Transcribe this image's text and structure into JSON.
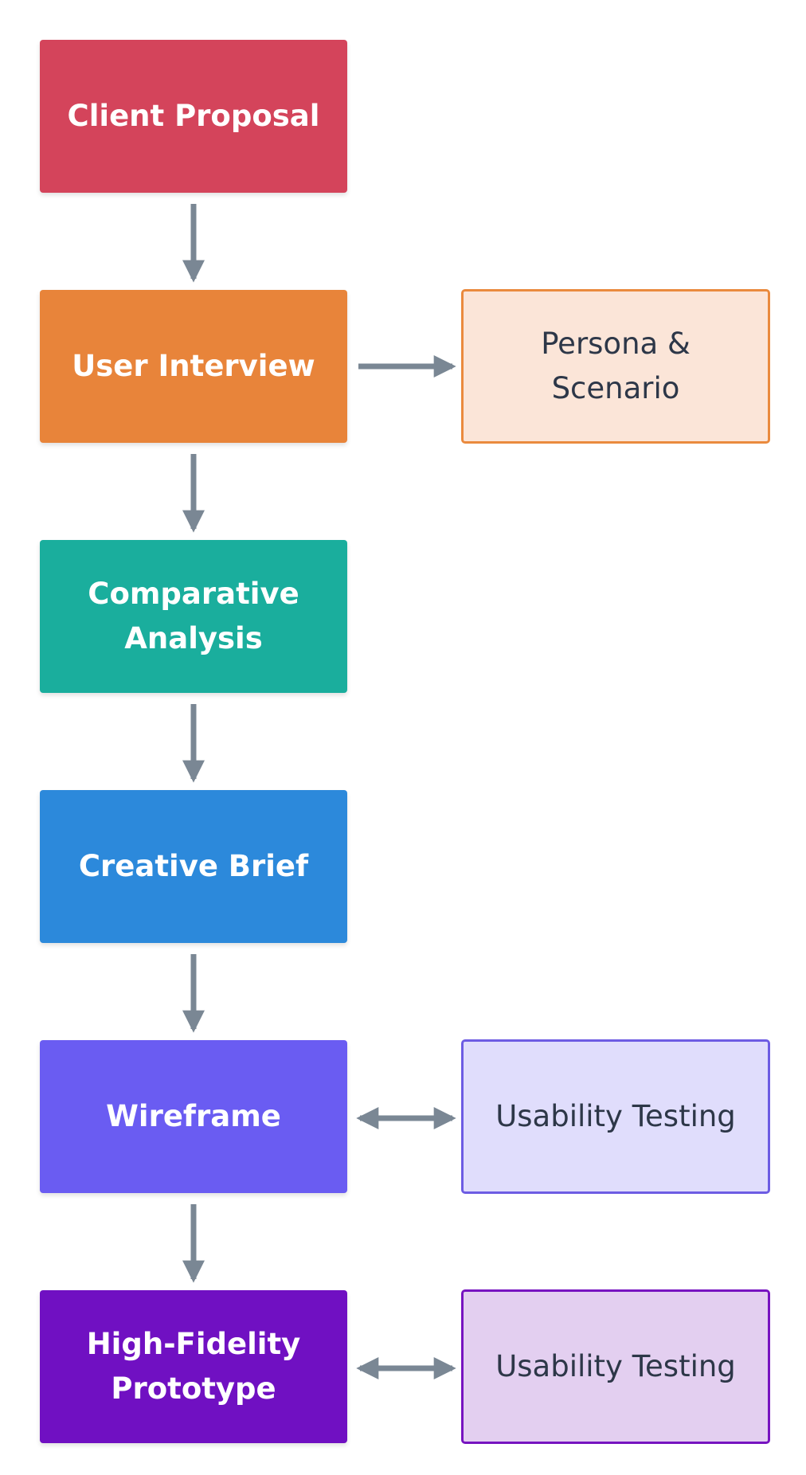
{
  "diagram": {
    "nodes": {
      "client_proposal": {
        "label": "Client Proposal",
        "color": "#d4445b"
      },
      "user_interview": {
        "label": "User Interview",
        "color": "#e8843a"
      },
      "comparative_analysis": {
        "label": "Comparative\nAnalysis",
        "color": "#1aae9d"
      },
      "creative_brief": {
        "label": "Creative Brief",
        "color": "#2c89db"
      },
      "wireframe": {
        "label": "Wireframe",
        "color": "#6a5cf2"
      },
      "high_fidelity_prototype": {
        "label": "High-Fidelity\nPrototype",
        "color": "#7010c2"
      },
      "persona_scenario": {
        "label": "Persona &\nScenario",
        "fill": "#fbe5d8",
        "border": "#ea8a3e"
      },
      "usability_testing_1": {
        "label": "Usability Testing",
        "fill": "#e0ddfc",
        "border": "#6d5ce3"
      },
      "usability_testing_2": {
        "label": "Usability Testing",
        "fill": "#e3cff0",
        "border": "#7714c0"
      }
    },
    "edges": [
      {
        "from": "client_proposal",
        "to": "user_interview",
        "direction": "one-way"
      },
      {
        "from": "user_interview",
        "to": "comparative_analysis",
        "direction": "one-way"
      },
      {
        "from": "comparative_analysis",
        "to": "creative_brief",
        "direction": "one-way"
      },
      {
        "from": "creative_brief",
        "to": "wireframe",
        "direction": "one-way"
      },
      {
        "from": "wireframe",
        "to": "high_fidelity_prototype",
        "direction": "one-way"
      },
      {
        "from": "user_interview",
        "to": "persona_scenario",
        "direction": "one-way"
      },
      {
        "from": "wireframe",
        "to": "usability_testing_1",
        "direction": "two-way"
      },
      {
        "from": "high_fidelity_prototype",
        "to": "usability_testing_2",
        "direction": "two-way"
      }
    ],
    "arrow_color": "#7a8794"
  }
}
